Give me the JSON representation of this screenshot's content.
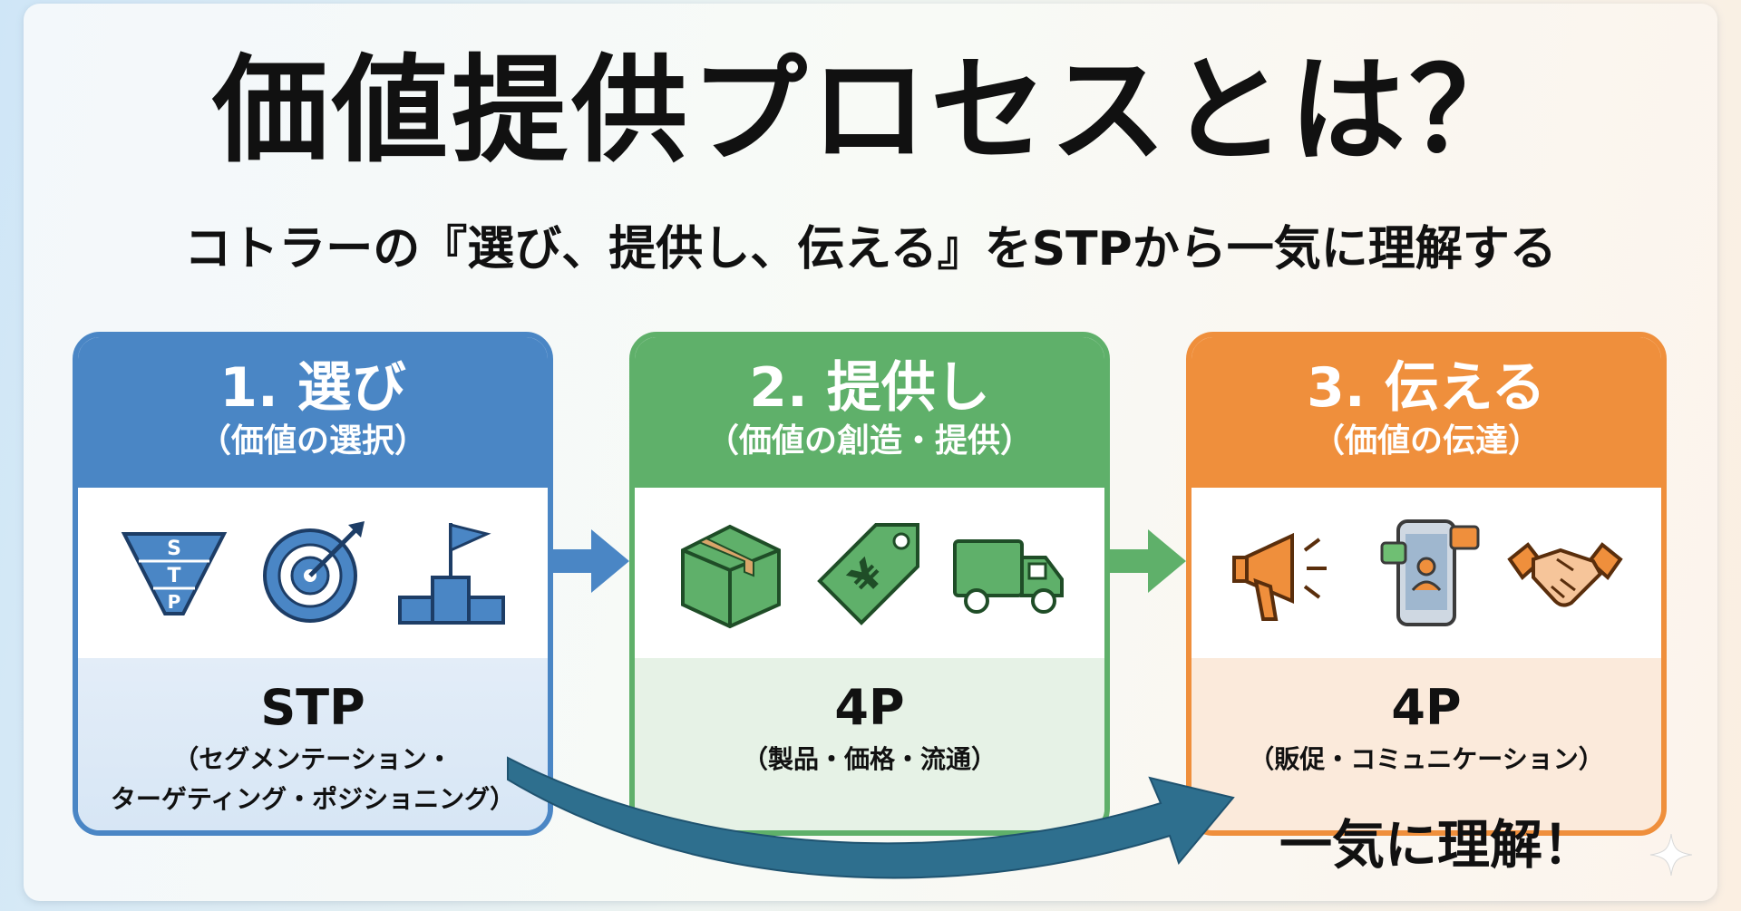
{
  "title": "価値提供プロセスとは？",
  "subtitle": "コトラーの『選び、提供し、伝える』をSTPから一気に理解する",
  "steps": [
    {
      "heading": "1. 選び",
      "subheading": "（価値の選択）",
      "icons": [
        "stp-funnel-icon",
        "target-icon",
        "podium-flag-icon"
      ],
      "funnel_letters": [
        "S",
        "T",
        "P"
      ],
      "key": "STP",
      "desc_line1": "（セグメンテーション・",
      "desc_line2": "ターゲティング・ポジショニング）",
      "color": "#4a86c5"
    },
    {
      "heading": "2. 提供し",
      "subheading": "（価値の創造・提供）",
      "icons": [
        "package-box-icon",
        "yen-price-tag-icon",
        "delivery-truck-icon"
      ],
      "yen_symbol": "¥",
      "key": "4P",
      "desc_line1": "（製品・価格・流通）",
      "color": "#5fb06a"
    },
    {
      "heading": "3. 伝える",
      "subheading": "（価値の伝達）",
      "icons": [
        "megaphone-icon",
        "smartphone-social-icon",
        "handshake-icon"
      ],
      "key": "4P",
      "desc_line1": "（販促・コミュニケーション）",
      "color": "#ef8f3c"
    }
  ],
  "tagline": "一気に理解！",
  "colors": {
    "blue": "#4a86c5",
    "green": "#5fb06a",
    "orange": "#ef8f3c",
    "teal_arrow": "#2e6f8e"
  }
}
